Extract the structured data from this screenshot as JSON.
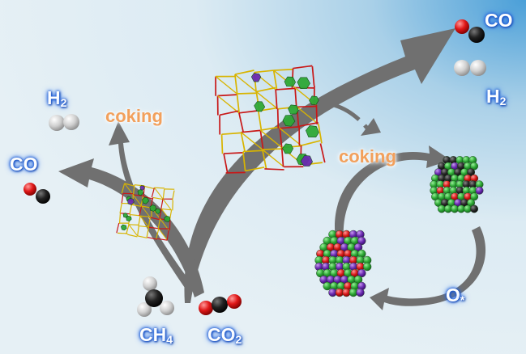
{
  "labels": {
    "h2_left": {
      "main": "H",
      "sub": "2"
    },
    "coking_left": "coking",
    "co_left": "CO",
    "ch4": {
      "main": "CH",
      "sub": "4"
    },
    "co2": {
      "main": "CO",
      "sub": "2"
    },
    "co_right": "CO",
    "h2_right": {
      "main": "H",
      "sub": "2"
    },
    "coking_right": "coking",
    "o_star": {
      "main": "O",
      "sub": "*"
    }
  },
  "colors": {
    "background_light": "#e3eff5",
    "background_accent": "#5aa9dc",
    "arrow": "#707070",
    "carbon_atom": "#1a1a1a",
    "oxygen_atom": "#e02020",
    "hydrogen_atom": "#d9d9d9",
    "coking_text": "#f2a05c",
    "framework_bond_yellow": "#d8b400",
    "framework_bond_red": "#c81818",
    "cluster_green": "#2ea836",
    "cluster_purple": "#6a2ab0"
  }
}
